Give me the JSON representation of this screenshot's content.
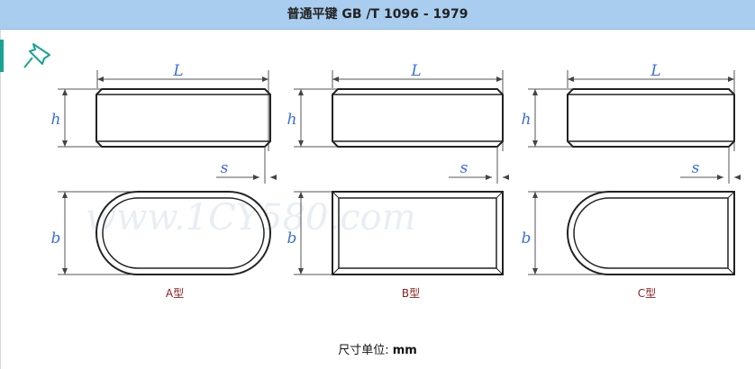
{
  "title": "普通平键 GB /T 1096 - 1979",
  "icons": {
    "pin": "pin-icon"
  },
  "labels": {
    "length": "L",
    "height": "h",
    "chamfer": "s",
    "width": "b"
  },
  "types": [
    "A型",
    "B型",
    "C型"
  ],
  "watermark": "www.1CY580.com",
  "units": {
    "prefix": "尺寸单位:",
    "value": "mm"
  },
  "colors": {
    "header": "#a9cdee",
    "accent": "#1aa392",
    "dimension_label": "#3a6fd8",
    "type_label": "#8b1d1d"
  }
}
